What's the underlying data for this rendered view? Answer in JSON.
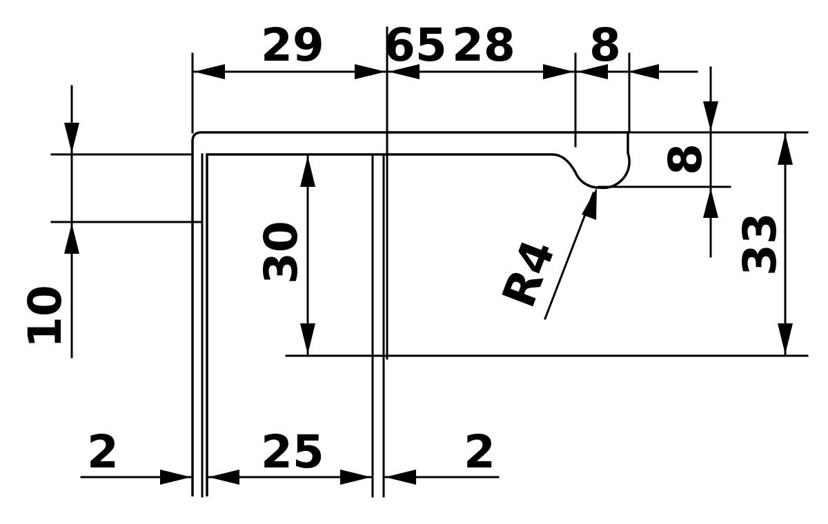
{
  "drawing": {
    "dimensions": {
      "top_29": "29",
      "top_65": "65",
      "top_28": "28",
      "top_8": "8",
      "right_8": "8",
      "right_33": "33",
      "middle_30": "30",
      "left_10": "10",
      "radius_r4": "R4",
      "bottom_2_left": "2",
      "bottom_25": "25",
      "bottom_2_right": "2"
    },
    "colors": {
      "line": "#000000",
      "background": "#ffffff"
    }
  }
}
